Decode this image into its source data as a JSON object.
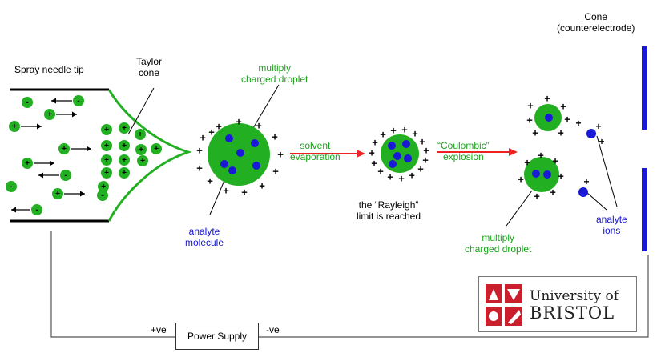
{
  "labels": {
    "needle_tip": "Spray needle tip",
    "taylor_cone": [
      "Taylor",
      "cone"
    ],
    "droplet_1": [
      "multiply",
      "charged droplet"
    ],
    "analyte_molecule": [
      "analyte",
      "molecule"
    ],
    "solvent_evaporation": [
      "solvent",
      "evaporation"
    ],
    "rayleigh": [
      "the “Rayleigh”",
      "limit is reached"
    ],
    "coulombic": [
      "“Coulombic”",
      "explosion"
    ],
    "droplet_2": [
      "multiply",
      "charged droplet"
    ],
    "analyte_ions": [
      "analyte",
      "ions"
    ],
    "cone": [
      "Cone",
      "(counterelectrode)"
    ],
    "plus_ve": "+ve",
    "minus_ve": "-ve",
    "power_supply": "Power Supply"
  },
  "logo": {
    "line1": "University of",
    "line2": "BRISTOL"
  },
  "symbols": {
    "plus": "+",
    "minus": "-"
  },
  "colors": {
    "droplet_green": "#22b022",
    "analyte_blue": "#1a1ad6",
    "arrow_red": "#ee2222",
    "text_green": "#1aa31a",
    "text_blue": "#1515d0",
    "logo_red": "#cc1f2e"
  }
}
